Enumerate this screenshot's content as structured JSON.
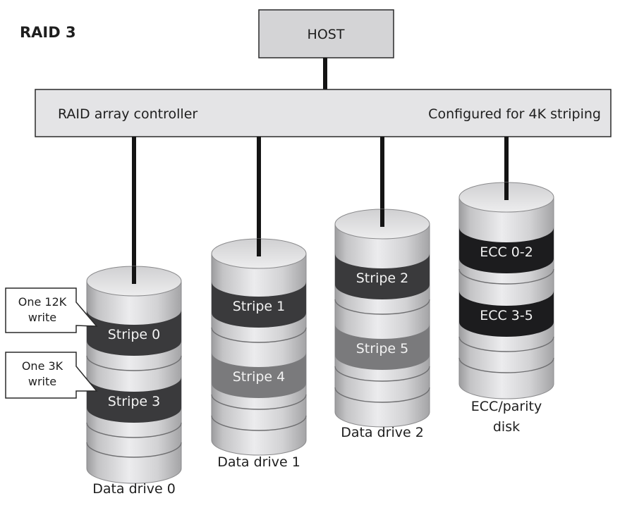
{
  "title": "RAID 3",
  "host": {
    "label": "HOST"
  },
  "controller": {
    "label": "RAID array controller",
    "config": "Configured for 4K striping"
  },
  "colors": {
    "box_fill": "#d4d4d6",
    "controller_fill": "#e4e4e6",
    "stripe_dark": "#3a3a3c",
    "stripe_mid": "#7a7a7c",
    "ecc_band": "#1c1c1e",
    "connector": "#141414"
  },
  "drives": [
    {
      "caption": [
        "Data drive 0"
      ],
      "bands": [
        {
          "label": "Stripe 0",
          "tone": "dark"
        },
        {
          "label": "Stripe 3",
          "tone": "dark"
        }
      ]
    },
    {
      "caption": [
        "Data drive 1"
      ],
      "bands": [
        {
          "label": "Stripe 1",
          "tone": "dark"
        },
        {
          "label": "Stripe 4",
          "tone": "mid"
        }
      ]
    },
    {
      "caption": [
        "Data drive 2"
      ],
      "bands": [
        {
          "label": "Stripe 2",
          "tone": "dark"
        },
        {
          "label": "Stripe 5",
          "tone": "mid"
        }
      ]
    },
    {
      "caption": [
        "ECC/parity",
        "disk"
      ],
      "bands": [
        {
          "label": "ECC 0-2",
          "tone": "black"
        },
        {
          "label": "ECC 3-5",
          "tone": "black"
        }
      ]
    }
  ],
  "callouts": [
    {
      "lines": [
        "One 12K",
        "write"
      ]
    },
    {
      "lines": [
        "One 3K",
        "write"
      ]
    }
  ]
}
